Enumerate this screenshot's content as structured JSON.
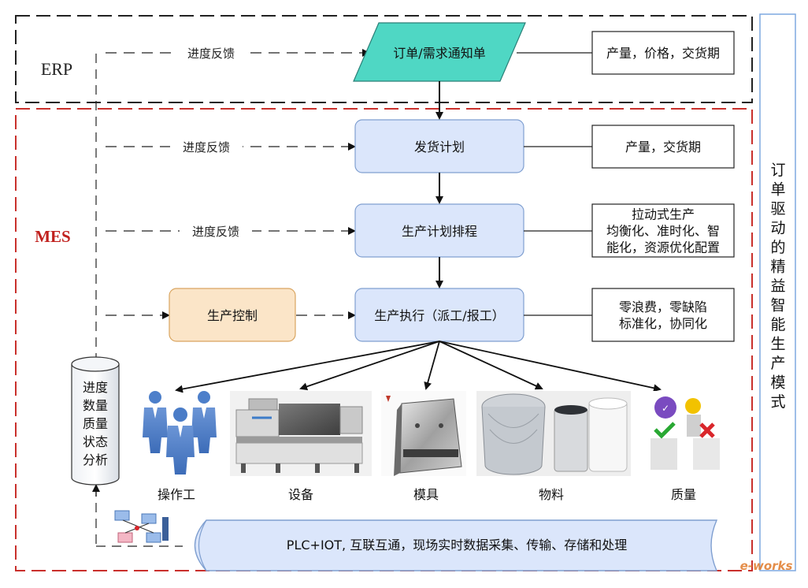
{
  "zones": {
    "erp_label": "ERP",
    "mes_label": "MES"
  },
  "feedback_label": "进度反馈",
  "process": {
    "order": "订单/需求通知单",
    "delivery_plan": "发货计划",
    "scheduling": "生产计划排程",
    "execution": "生产执行（派工/报工）",
    "control": "生产控制"
  },
  "attributes": {
    "order": [
      "产量，价格，交货期"
    ],
    "delivery_plan": [
      "产量，交货期"
    ],
    "scheduling": [
      "拉动式生产",
      "均衡化、准时化、智",
      "能化，资源优化配置"
    ],
    "execution": [
      "零浪费，零缺陷",
      "标准化，协同化"
    ]
  },
  "analysis_lines": [
    "进度",
    "数量",
    "质量",
    "状态",
    "分析"
  ],
  "resources": [
    {
      "key": "operator",
      "label": "操作工"
    },
    {
      "key": "equipment",
      "label": "设备"
    },
    {
      "key": "mold",
      "label": "模具"
    },
    {
      "key": "material",
      "label": "物料"
    },
    {
      "key": "quality",
      "label": "质量"
    }
  ],
  "data_layer": "PLC+IOT, 互联互通，现场实时数据采集、传输、存储和处理",
  "side_title": "订单驱动的精益智能生产模式",
  "watermark": "e-works",
  "colors": {
    "order_fill": "#4fd7c4",
    "process_fill": "#dbe6fb",
    "process_stroke": "#7f9fd0",
    "control_fill": "#fbe5c8",
    "control_stroke": "#d9a560",
    "mes_border": "#c9302c",
    "mes_text": "#c0201d",
    "erp_border": "#222222"
  }
}
